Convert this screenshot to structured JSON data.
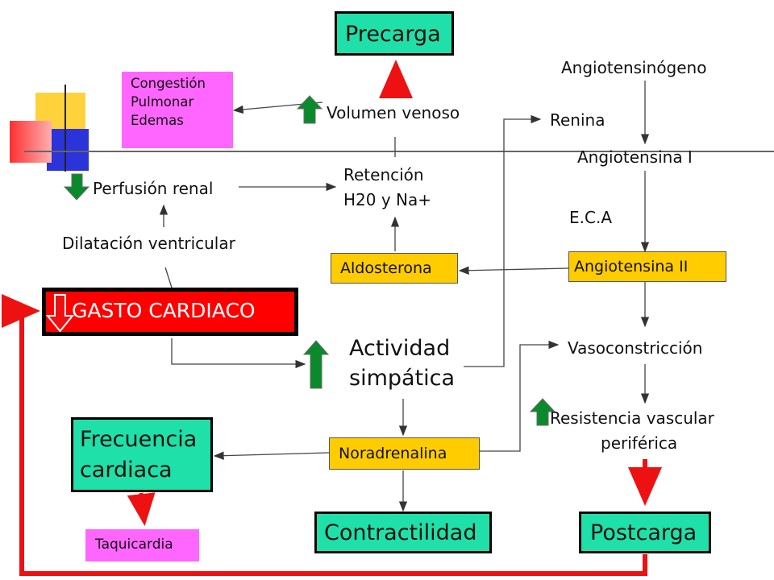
{
  "nodes": {
    "precarga": "Precarga",
    "angiotensinogeno": "Angiotensinógeno",
    "congestion": [
      "Congestión",
      "Pulmonar",
      "Edemas"
    ],
    "volumen_venoso": "Volumen venoso",
    "renina": "Renina",
    "angiotensina_i": "Angiotensina I",
    "retencion": [
      "Retención",
      "H20 y Na+"
    ],
    "perfusion_renal": "Perfusión renal",
    "eca": "E.C.A",
    "dilatacion": "Dilatación ventricular",
    "aldosterona": "Aldosterona",
    "angiotensina_ii": "Angiotensina II",
    "gasto_cardiaco": "GASTO CARDIACO",
    "actividad_simpatica": [
      "Actividad",
      "simpática"
    ],
    "vasoconstriccion": "Vasoconstricción",
    "resistencia": [
      "Resistencia vascular",
      "periférica"
    ],
    "frecuencia_cardiaca": [
      "Frecuencia",
      "cardiaca"
    ],
    "noradrenalina": "Noradrenalina",
    "taquicardia": "Taquicardia",
    "contractilidad": "Contractilidad",
    "postcarga": "Postcarga"
  },
  "colors": {
    "green_box": "#1fe0a8",
    "yellow_box": "#ffcc00",
    "pink_box": "#ff66ff",
    "red_box": "#ff0000",
    "red_arrow": "#ee1111",
    "up_arrow": "#0a8a2a"
  },
  "icons": [
    "arrow-up-icon",
    "arrow-down-icon"
  ]
}
